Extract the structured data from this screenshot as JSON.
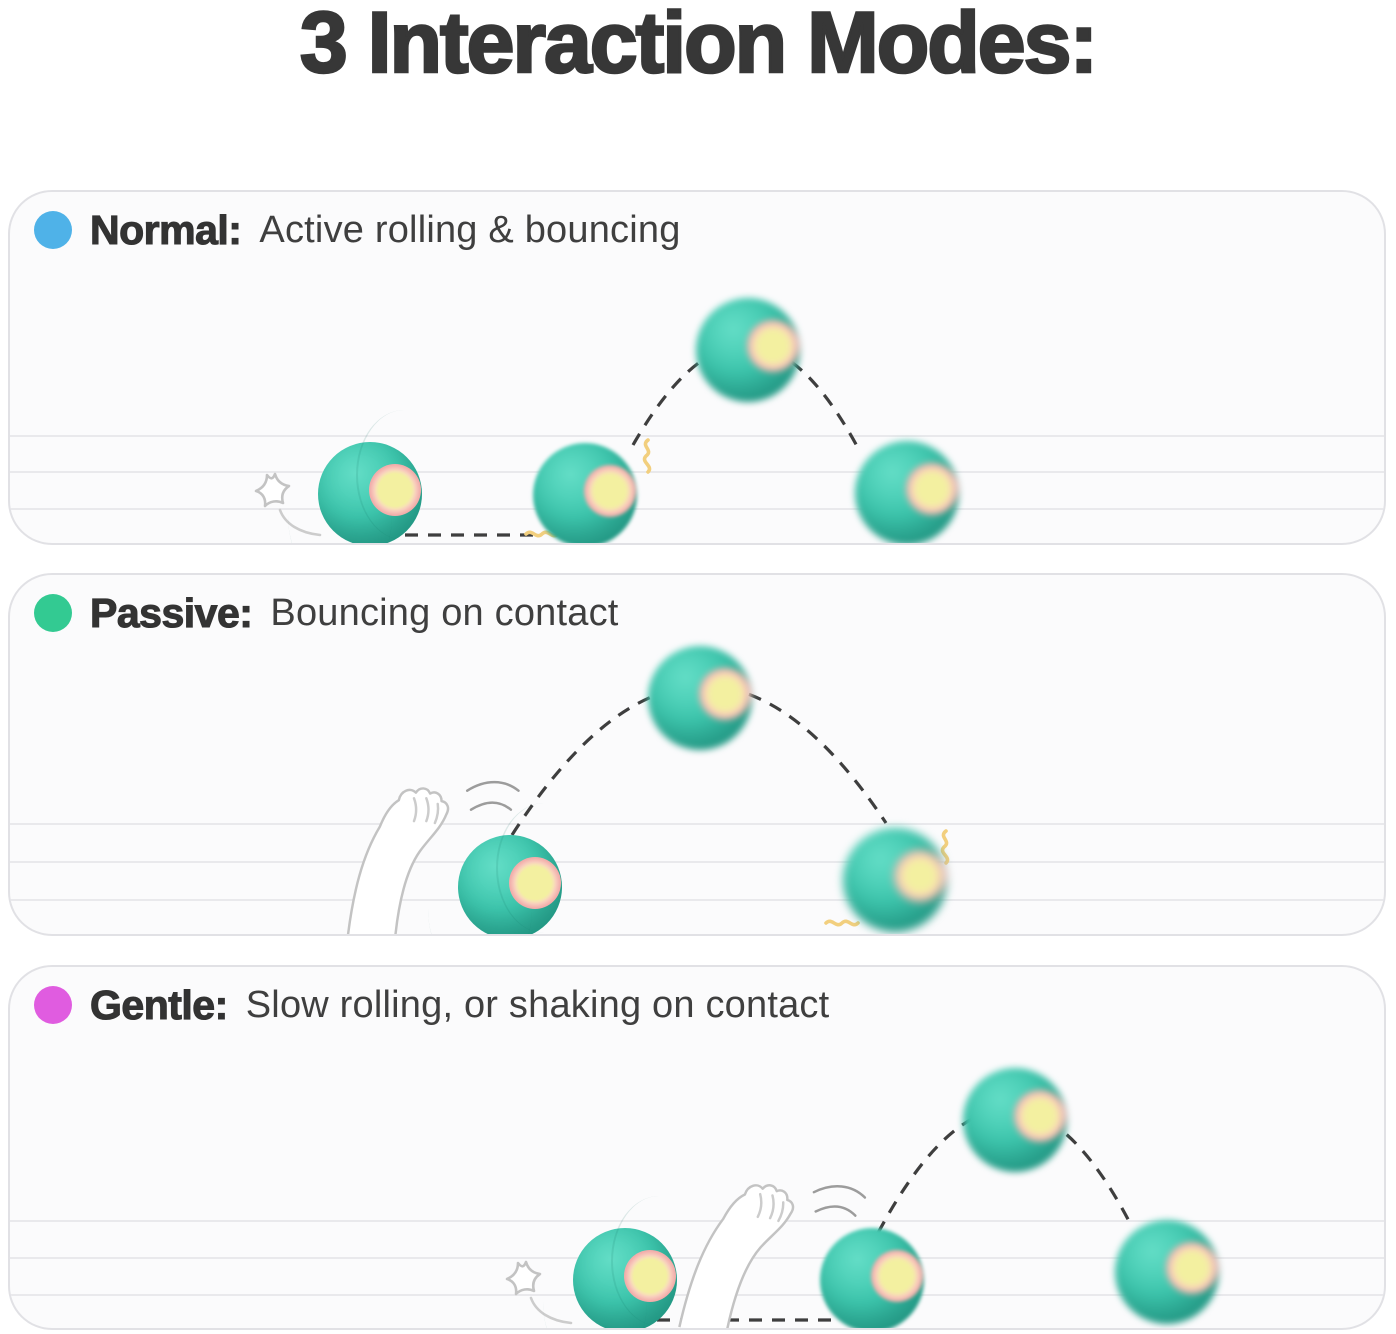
{
  "title": "3 Interaction Modes:",
  "modes": [
    {
      "name": "Normal:",
      "description": "Active rolling & bouncing",
      "dot_color": "#4fb2e8",
      "scene": {
        "balls": 4,
        "paw": false,
        "swoosh_star": true,
        "vibration_squiggles": 2,
        "bounce_arc": true,
        "ground_dash": true
      }
    },
    {
      "name": "Passive:",
      "description": "Bouncing on contact",
      "dot_color": "#33ca92",
      "scene": {
        "balls": 3,
        "paw": true,
        "swoosh_star": false,
        "vibration_squiggles": 2,
        "bounce_arc": true,
        "ground_dash": false
      }
    },
    {
      "name": "Gentle:",
      "description": "Slow rolling, or shaking on contact",
      "dot_color": "#e05ce0",
      "scene": {
        "balls": 4,
        "paw": true,
        "swoosh_star": true,
        "vibration_squiggles": 0,
        "bounce_arc": true,
        "ground_dash": true
      }
    }
  ],
  "colors": {
    "title_text": "#373737",
    "desc_text": "#3f3f3f",
    "panel_bg": "#fbfbfc",
    "panel_border": "#e1e1e5",
    "wall_line": "#e9e9ec",
    "dash": "#3e3e3e",
    "squiggle": "#f2cf7e",
    "swoosh_line": "#cccccc",
    "paw_line": "#c3c3c3",
    "ball": "#3ec7ae",
    "ball_highlight": "#63ddc6",
    "ball_mid": "#2fb29c",
    "ball_shadow": "#1f9e89",
    "lens_center": "#f3f0a0",
    "lens_mid": "#f8cdbd",
    "lens_ring": "#f2aeab"
  }
}
